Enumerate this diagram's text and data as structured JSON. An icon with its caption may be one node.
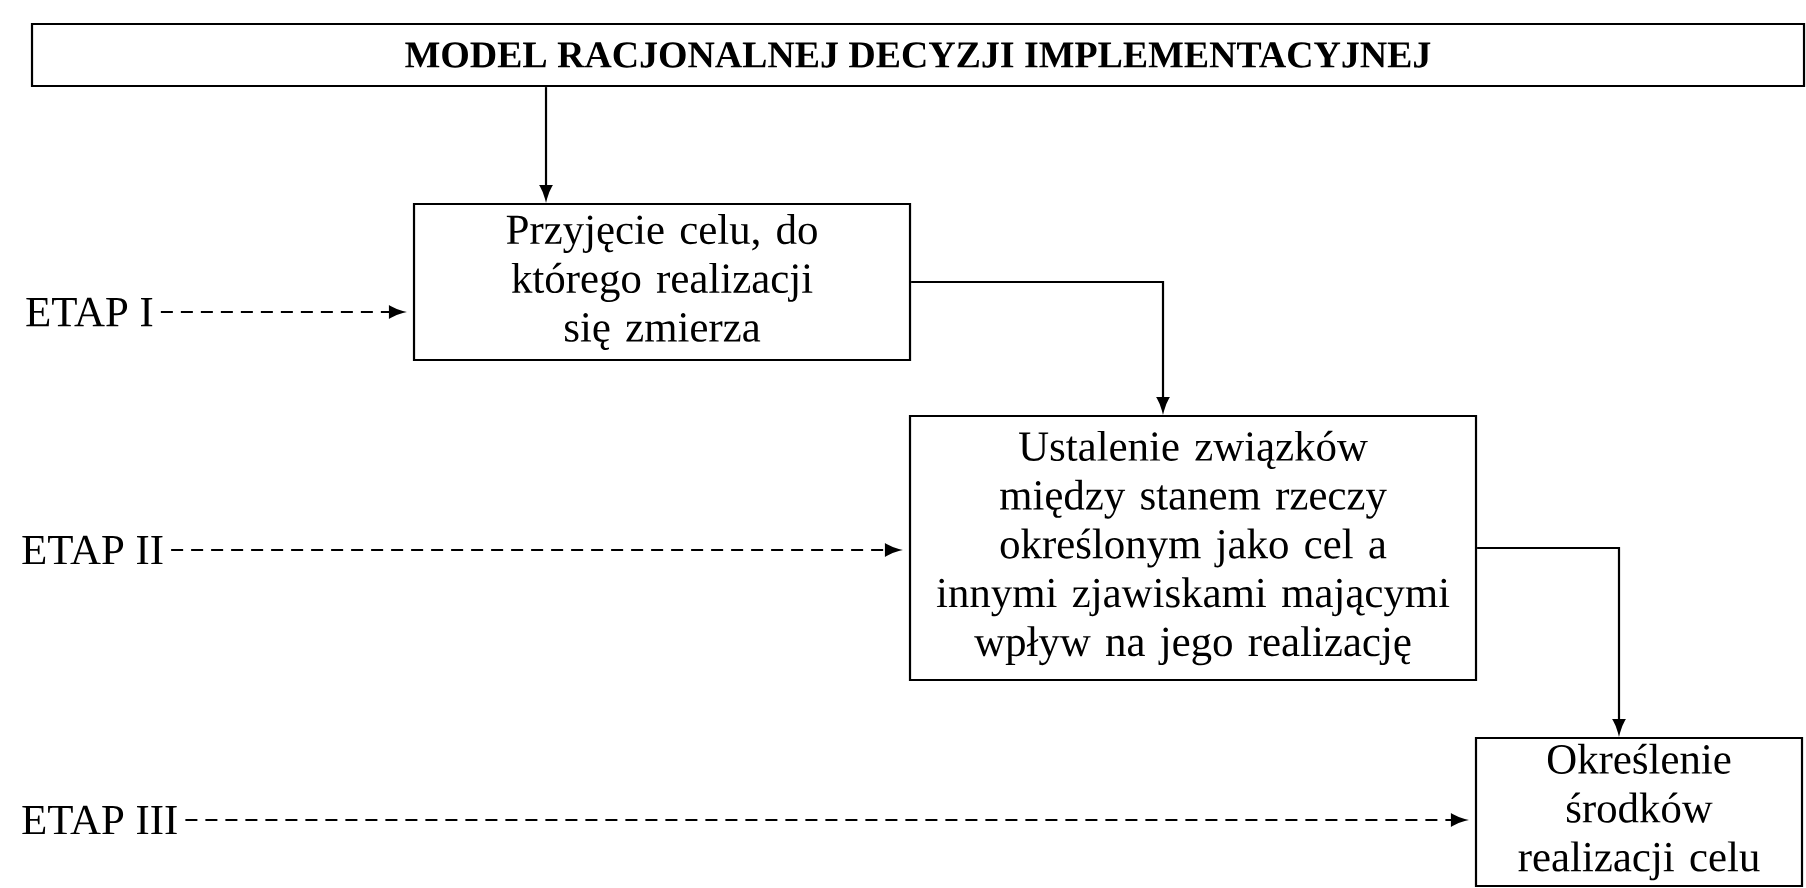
{
  "diagram": {
    "nodes": [
      {
        "text": [
          "MODEL RACJONALNEJ DECYZJI IMPLEMENTACYJNEJ"
        ]
      },
      {
        "text": [
          "ETAP I"
        ]
      },
      {
        "text": [
          "Przyjęcie celu, do którego realizacji się zmierza"
        ]
      },
      {
        "text": [
          "ETAP II"
        ]
      },
      {
        "text": [
          "Ustalenie związków między stanem rzeczy określonym jako cel a innymi zjawiskami mającymi wpływ na jego realizację"
        ]
      },
      {
        "text": [
          "ETAP III"
        ]
      },
      {
        "text": [
          "Określenie środków realizacji celu"
        ]
      }
    ],
    "edges": [
      {
        "from": 0,
        "to": 2,
        "arrow": "to"
      },
      {
        "from": 2,
        "to": 4,
        "arrow": "to"
      },
      {
        "from": 4,
        "to": 6,
        "arrow": "to"
      },
      {
        "from": 1,
        "to": 2,
        "arrow": "to",
        "style": "dashed"
      },
      {
        "from": 3,
        "to": 4,
        "arrow": "to",
        "style": "dashed"
      },
      {
        "from": 5,
        "to": 6,
        "arrow": "to",
        "style": "dashed"
      }
    ]
  }
}
